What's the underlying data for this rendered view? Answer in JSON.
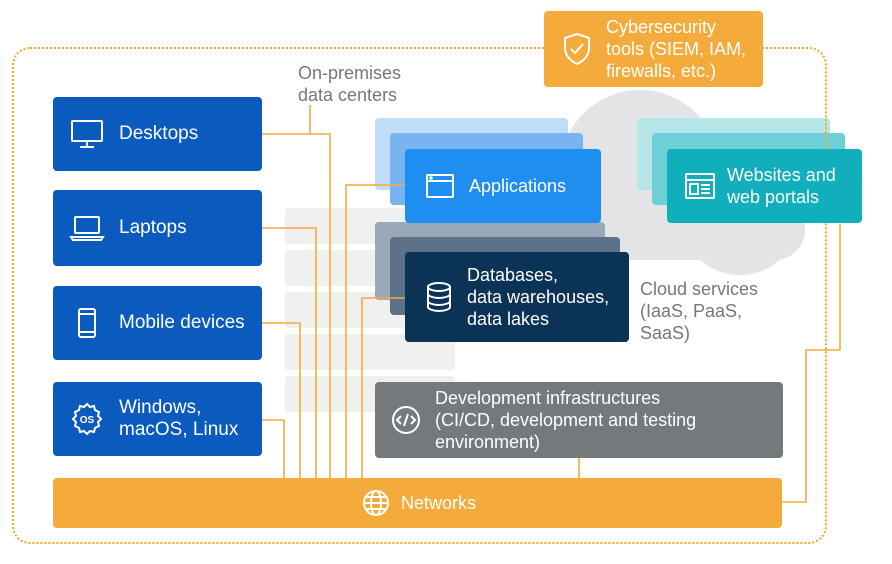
{
  "devices": [
    {
      "label": "Desktops",
      "icon": "desktop-icon"
    },
    {
      "label": "Laptops",
      "icon": "laptop-icon"
    },
    {
      "label": "Mobile devices",
      "icon": "mobile-icon"
    },
    {
      "label_lines": [
        "Windows,",
        "macOS, Linux"
      ],
      "icon": "os-gear-icon"
    }
  ],
  "on_premises": {
    "lines": [
      "On-premises",
      "data centers"
    ]
  },
  "cybersecurity": {
    "lines": [
      "Cybersecurity",
      "tools (SIEM, IAM,",
      "firewalls, etc.)"
    ],
    "icon": "shield-check-icon"
  },
  "applications": {
    "label": "Applications",
    "icon": "app-window-icon"
  },
  "databases": {
    "lines": [
      "Databases,",
      "data warehouses,",
      "data lakes"
    ],
    "icon": "database-icon"
  },
  "websites": {
    "lines": [
      "Websites and",
      "web portals"
    ],
    "icon": "web-page-icon"
  },
  "cloud_services": {
    "lines": [
      "Cloud services",
      "(IaaS, PaaS,",
      "SaaS)"
    ]
  },
  "dev_infra": {
    "lines": [
      "Development infrastructures",
      "(CI/CD, development and testing",
      "environment)"
    ],
    "icon": "code-icon"
  },
  "networks": {
    "label": "Networks",
    "icon": "globe-icon"
  },
  "colors": {
    "blue": "#0a5bbd",
    "light_blue": "#1f8ef1",
    "navy": "#0b3356",
    "teal": "#11aebb",
    "orange": "#f5ab3c",
    "gray": "#76797c"
  }
}
